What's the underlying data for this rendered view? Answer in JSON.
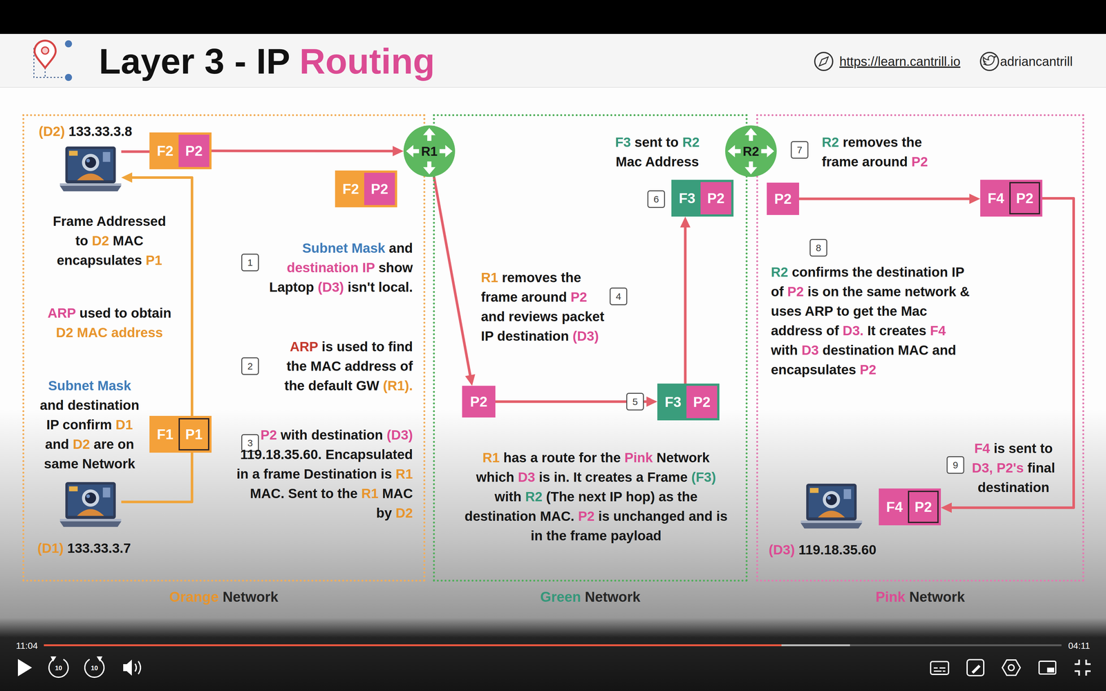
{
  "diagram": {
    "title": "Layer 3 - IP Routing",
    "nodes": [
      {
        "text": [
          "Orange Network"
        ]
      },
      {
        "text": [
          "Green Network"
        ]
      },
      {
        "text": [
          "Pink Network"
        ]
      },
      {
        "text": [
          "R1"
        ]
      },
      {
        "text": [
          "R2"
        ]
      },
      {
        "text": [
          "(D2) 133.33.3.8"
        ],
        "in": 0
      },
      {
        "text": [
          "F2",
          "P2"
        ],
        "in": 0
      },
      {
        "text": [
          "F2",
          "P2"
        ],
        "in": 0
      },
      {
        "text": [
          "F1",
          "P1"
        ],
        "in": 0
      },
      {
        "text": [
          "(D1) 133.33.3.7"
        ],
        "in": 0
      },
      {
        "text": [
          "P2"
        ],
        "in": 1
      },
      {
        "text": [
          "F3",
          "P2"
        ],
        "in": 1
      },
      {
        "text": [
          "F3",
          "P2"
        ],
        "in": 1
      },
      {
        "text": [
          "P2"
        ],
        "in": 2
      },
      {
        "text": [
          "F4",
          "P2"
        ],
        "in": 2
      },
      {
        "text": [
          "F4",
          "P2"
        ],
        "in": 2
      },
      {
        "text": [
          "(D3) 119.18.35.60"
        ],
        "in": 2
      }
    ],
    "edges": [
      {
        "from": 5,
        "to": 6,
        "arrow": "none"
      },
      {
        "from": 6,
        "to": 3,
        "arrow": "to"
      },
      {
        "from": 9,
        "to": 8,
        "arrow": "none"
      },
      {
        "from": 8,
        "to": 5,
        "arrow": "to"
      },
      {
        "from": 3,
        "to": 10,
        "arrow": "to"
      },
      {
        "from": 10,
        "to": 11,
        "arrow": "to"
      },
      {
        "from": 11,
        "to": 12,
        "arrow": "to"
      },
      {
        "from": 13,
        "to": 14,
        "arrow": "to"
      },
      {
        "from": 14,
        "to": 15,
        "arrow": "to"
      }
    ],
    "labels": [
      "Frame Addressed to D2 MAC encapsulates P1",
      "ARP used to obtain D2 MAC address",
      "Subnet Mask and destination IP confirm D1 and D2 are on same Network",
      "1",
      "Subnet Mask and destination IP show Laptop (D3) isn't local.",
      "2",
      "ARP is used to find the MAC address of the default GW (R1).",
      "3",
      "P2 with destination (D3) 119.18.35.60. Encapsulated in a frame Destination is R1 MAC. Sent to the R1 MAC by D2",
      "R1 removes the frame around P2 and reviews packet IP destination (D3)",
      "4",
      "5",
      "R1 has a route for the Pink Network which D3 is in. It creates a Frame (F3) with R2 (The next IP hop) as the destination MAC. P2 is unchanged and is in the frame payload",
      "F3 sent to R2 Mac Address",
      "6",
      "7",
      "R2 removes the frame around P2",
      "8",
      "R2 confirms the destination IP of P2 is on the same network & uses ARP to get the Mac address of D3. It creates F4 with D3 destination MAC and encapsulates P2",
      "9",
      "F4 is sent to D3, P2's final destination",
      "https://learn.cantrill.io",
      "adriancantrill",
      "11:04",
      "04:11",
      "10",
      "10"
    ]
  }
}
